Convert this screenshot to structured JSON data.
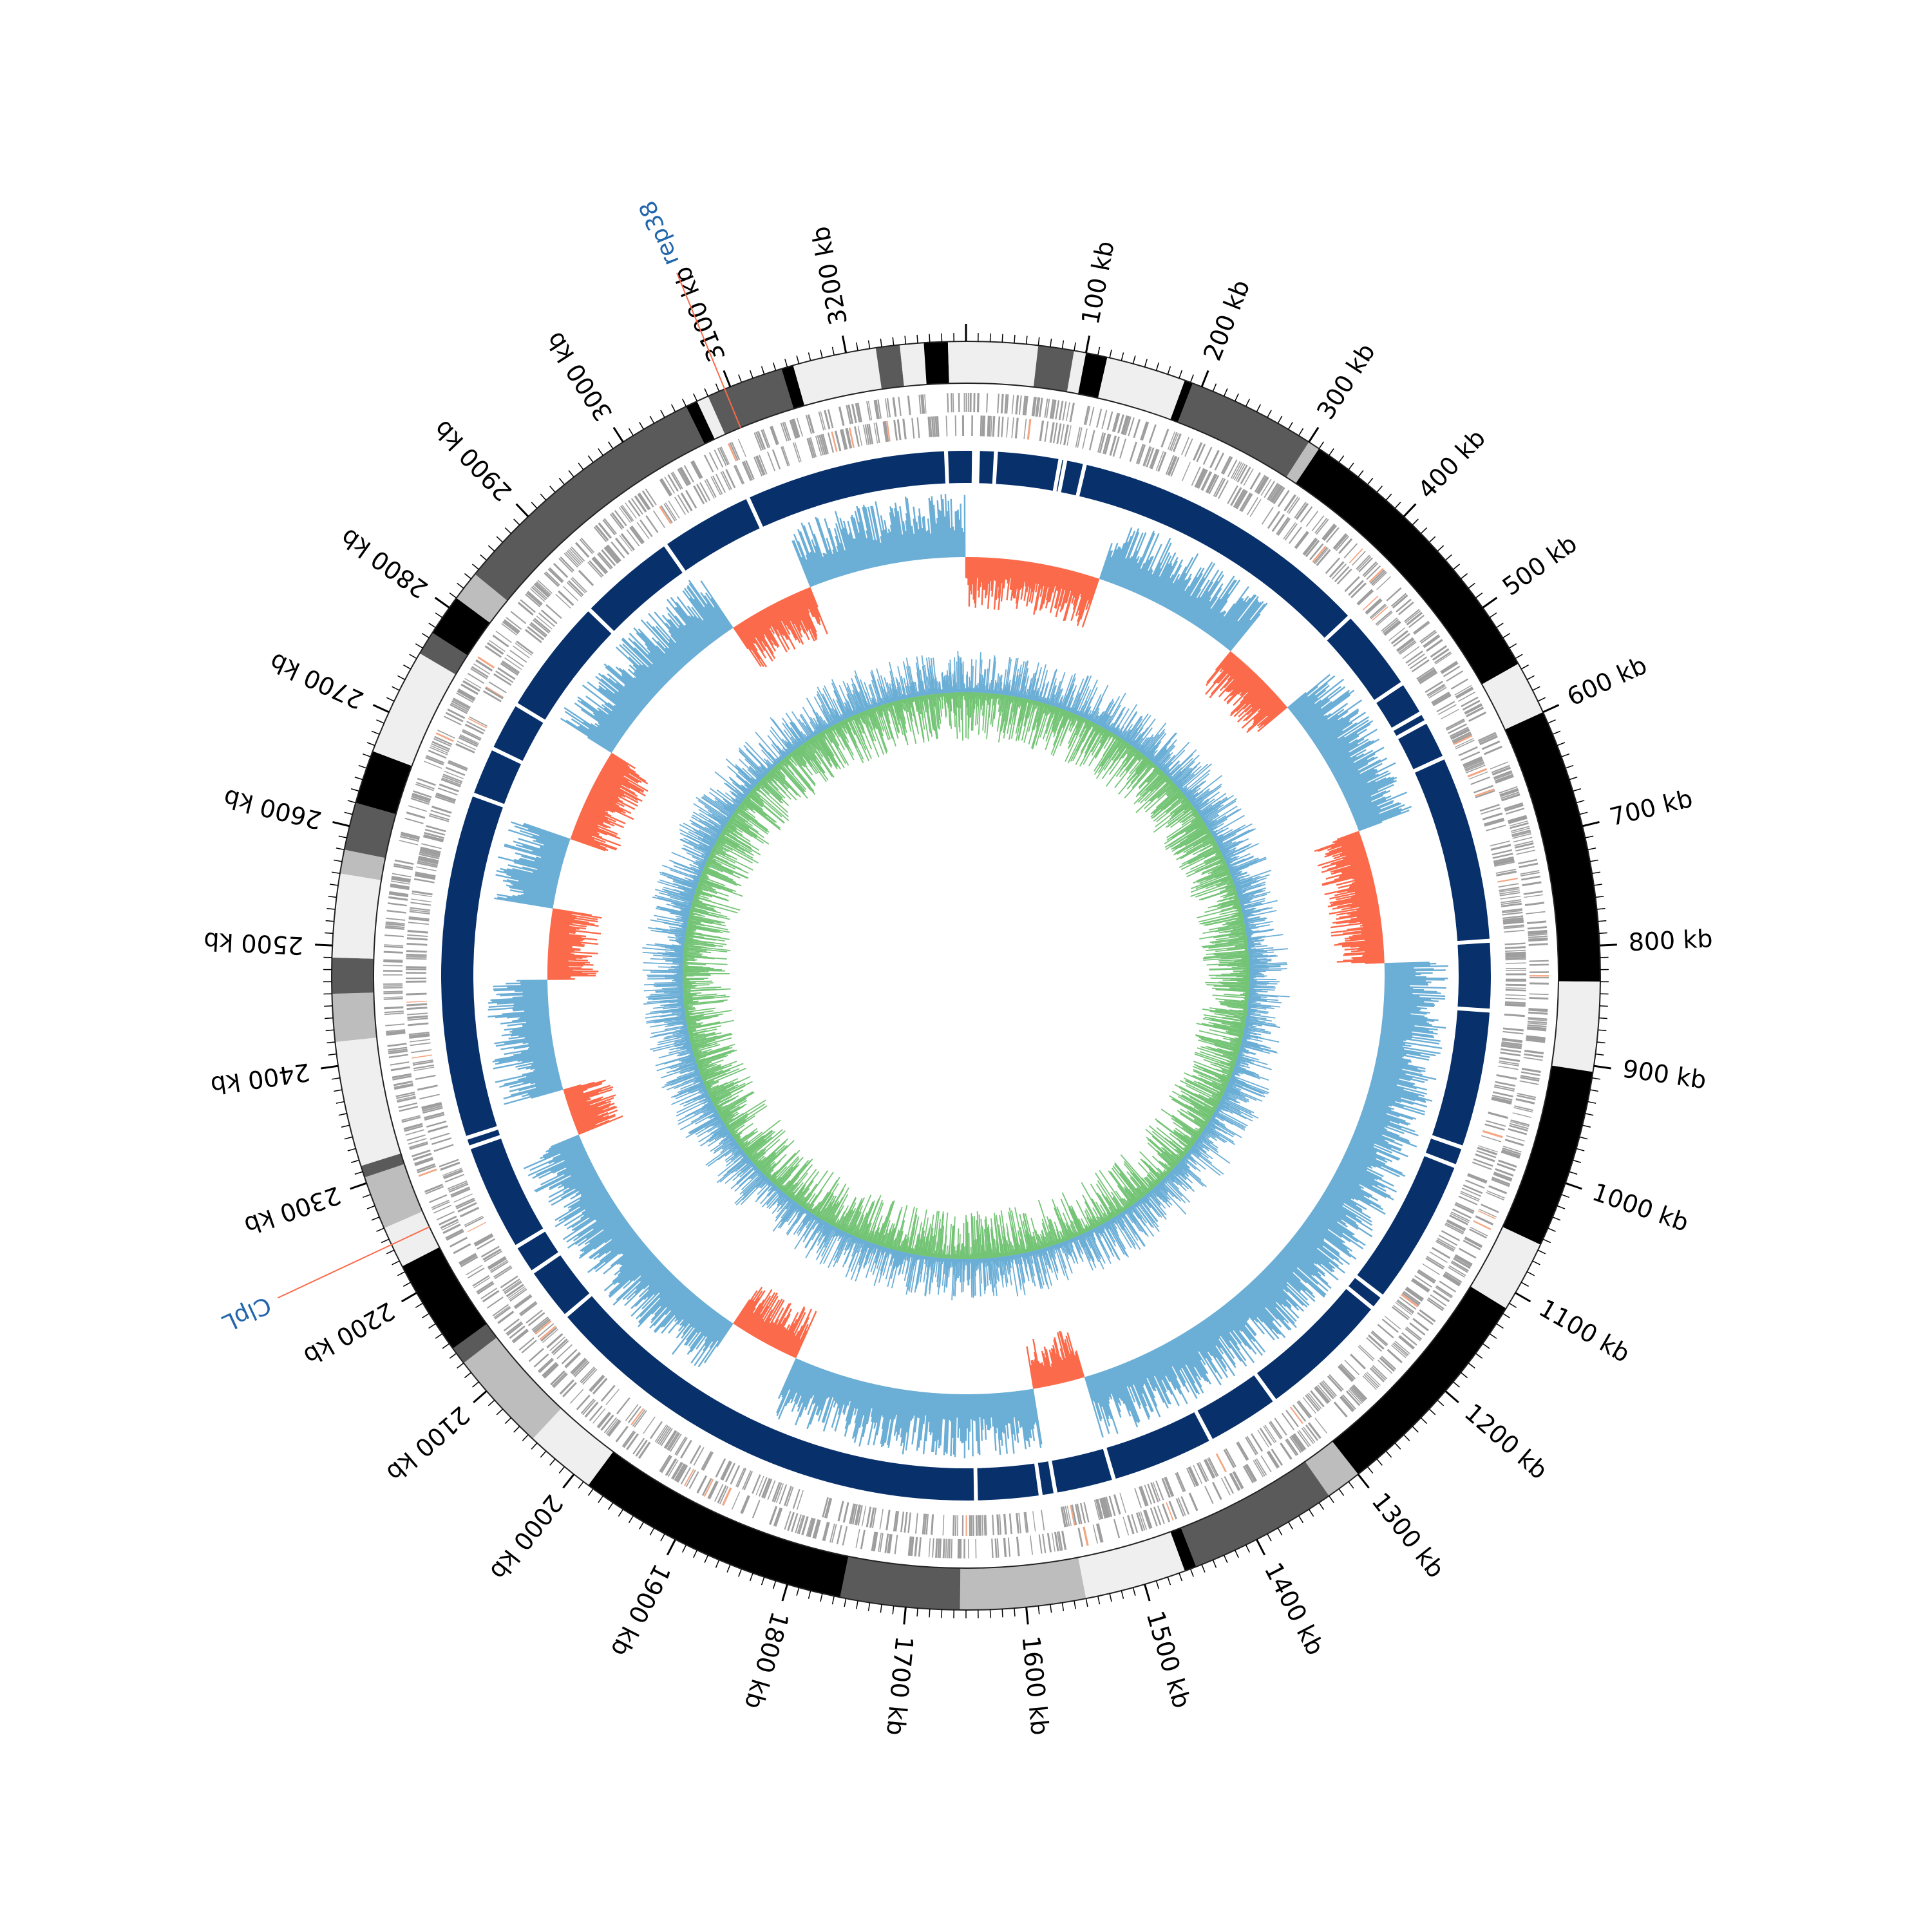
{
  "genome": {
    "length_kb": 3300,
    "unit": "kb",
    "tick_labels": [
      "100 kb",
      "200 kb",
      "300 kb",
      "400 kb",
      "500 kb",
      "600 kb",
      "700 kb",
      "800 kb",
      "900 kb",
      "1000 kb",
      "1100 kb",
      "1200 kb",
      "1300 kb",
      "1400 kb",
      "1500 kb",
      "1600 kb",
      "1700 kb",
      "1800 kb",
      "1900 kb",
      "2000 kb",
      "2100 kb",
      "2200 kb",
      "2300 kb",
      "2400 kb",
      "2500 kb",
      "2600 kb",
      "2700 kb",
      "2800 kb",
      "2900 kb",
      "3000 kb",
      "3100 kb",
      "3200 kb"
    ],
    "tick_values_kb": [
      100,
      200,
      300,
      400,
      500,
      600,
      700,
      800,
      900,
      1000,
      1100,
      1200,
      1300,
      1400,
      1500,
      1600,
      1700,
      1800,
      1900,
      2000,
      2100,
      2200,
      2300,
      2400,
      2500,
      2600,
      2700,
      2800,
      2900,
      3000,
      3100,
      3200
    ]
  },
  "annotations": [
    {
      "label": "rep38",
      "position_kb": 3095
    },
    {
      "label": "ClpL",
      "position_kb": 2245
    }
  ],
  "contig_ring": [
    {
      "start": 0,
      "end": 60,
      "shade": "#efefef"
    },
    {
      "start": 60,
      "end": 90,
      "shade": "#5a5a5a"
    },
    {
      "start": 90,
      "end": 100,
      "shade": "#efefef"
    },
    {
      "start": 100,
      "end": 118,
      "shade": "#000000"
    },
    {
      "start": 118,
      "end": 185,
      "shade": "#efefef"
    },
    {
      "start": 185,
      "end": 192,
      "shade": "#000000"
    },
    {
      "start": 192,
      "end": 300,
      "shade": "#5a5a5a"
    },
    {
      "start": 300,
      "end": 310,
      "shade": "#bdbdbd"
    },
    {
      "start": 310,
      "end": 555,
      "shade": "#000000"
    },
    {
      "start": 555,
      "end": 600,
      "shade": "#efefef"
    },
    {
      "start": 600,
      "end": 830,
      "shade": "#000000"
    },
    {
      "start": 830,
      "end": 905,
      "shade": "#efefef"
    },
    {
      "start": 905,
      "end": 1055,
      "shade": "#000000"
    },
    {
      "start": 1055,
      "end": 1115,
      "shade": "#efefef"
    },
    {
      "start": 1115,
      "end": 1300,
      "shade": "#000000"
    },
    {
      "start": 1300,
      "end": 1330,
      "shade": "#bdbdbd"
    },
    {
      "start": 1330,
      "end": 1455,
      "shade": "#5a5a5a"
    },
    {
      "start": 1455,
      "end": 1465,
      "shade": "#000000"
    },
    {
      "start": 1465,
      "end": 1550,
      "shade": "#efefef"
    },
    {
      "start": 1550,
      "end": 1655,
      "shade": "#bdbdbd"
    },
    {
      "start": 1655,
      "end": 1755,
      "shade": "#5a5a5a"
    },
    {
      "start": 1755,
      "end": 1985,
      "shade": "#000000"
    },
    {
      "start": 1985,
      "end": 2045,
      "shade": "#efefef"
    },
    {
      "start": 2045,
      "end": 2130,
      "shade": "#bdbdbd"
    },
    {
      "start": 2130,
      "end": 2145,
      "shade": "#5a5a5a"
    },
    {
      "start": 2145,
      "end": 2225,
      "shade": "#000000"
    },
    {
      "start": 2225,
      "end": 2260,
      "shade": "#efefef"
    },
    {
      "start": 2260,
      "end": 2305,
      "shade": "#bdbdbd"
    },
    {
      "start": 2305,
      "end": 2315,
      "shade": "#5a5a5a"
    },
    {
      "start": 2315,
      "end": 2420,
      "shade": "#efefef"
    },
    {
      "start": 2420,
      "end": 2460,
      "shade": "#bdbdbd"
    },
    {
      "start": 2460,
      "end": 2490,
      "shade": "#5a5a5a"
    },
    {
      "start": 2490,
      "end": 2560,
      "shade": "#efefef"
    },
    {
      "start": 2560,
      "end": 2580,
      "shade": "#bdbdbd"
    },
    {
      "start": 2580,
      "end": 2620,
      "shade": "#5a5a5a"
    },
    {
      "start": 2620,
      "end": 2665,
      "shade": "#000000"
    },
    {
      "start": 2665,
      "end": 2755,
      "shade": "#efefef"
    },
    {
      "start": 2755,
      "end": 2775,
      "shade": "#5a5a5a"
    },
    {
      "start": 2775,
      "end": 2810,
      "shade": "#000000"
    },
    {
      "start": 2810,
      "end": 2835,
      "shade": "#bdbdbd"
    },
    {
      "start": 2835,
      "end": 3060,
      "shade": "#5a5a5a"
    },
    {
      "start": 3060,
      "end": 3070,
      "shade": "#000000"
    },
    {
      "start": 3070,
      "end": 3080,
      "shade": "#efefef"
    },
    {
      "start": 3080,
      "end": 3145,
      "shade": "#5a5a5a"
    },
    {
      "start": 3145,
      "end": 3155,
      "shade": "#000000"
    },
    {
      "start": 3155,
      "end": 3225,
      "shade": "#efefef"
    },
    {
      "start": 3225,
      "end": 3245,
      "shade": "#5a5a5a"
    },
    {
      "start": 3245,
      "end": 3265,
      "shade": "#efefef"
    },
    {
      "start": 3265,
      "end": 3285,
      "shade": "#000000"
    },
    {
      "start": 3285,
      "end": 3300,
      "shade": "#efefef"
    }
  ],
  "blue_ring_gaps_kb": [
    8,
    12,
    30,
    95,
    100,
    120,
    430,
    515,
    550,
    560,
    600,
    790,
    860,
    1000,
    1020,
    1170,
    1185,
    1320,
    1395,
    1500,
    1560,
    1575,
    1640,
    2105,
    2160,
    2190,
    2300,
    2310,
    2660,
    2710,
    2760,
    2880,
    2980,
    3075,
    3280
  ],
  "gc_skew_track": {
    "negative_intervals_kb": [
      [
        0,
        170
      ],
      [
        360,
        460
      ],
      [
        640,
        810
      ],
      [
        1500,
        1565
      ],
      [
        1870,
        1960
      ],
      [
        2270,
        2330
      ],
      [
        2470,
        2560
      ],
      [
        2650,
        2770
      ],
      [
        2990,
        3100
      ]
    ],
    "colors": {
      "positive": "#6baed6",
      "negative": "#fb6a4a"
    }
  },
  "gc_content_track": {
    "colors": {
      "outer": "#6baed6",
      "inner": "#74c476"
    }
  },
  "colors": {
    "gene_features": "#9e9e9e",
    "gene_features_highlight": "#f4a582",
    "cds_ring": "#08306b",
    "cds_ring_alt": "#08519c",
    "annotation_line": "#fb6a4a",
    "annotation_text": "#2166ac"
  }
}
